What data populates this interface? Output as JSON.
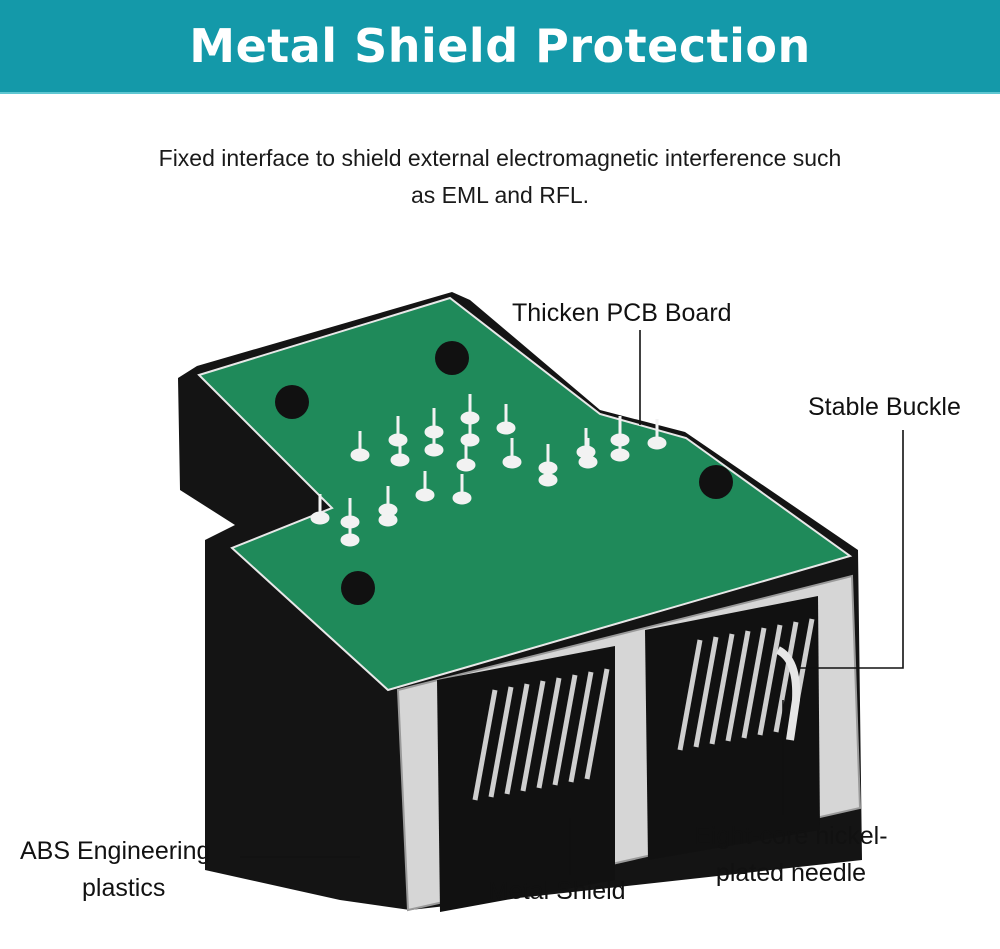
{
  "header": {
    "title": "Metal Shield Protection"
  },
  "subtitle": {
    "line1": "Fixed interface to shield external electromagnetic interference such",
    "line2": "as EML and RFL."
  },
  "callouts": {
    "pcb": "Thicken PCB Board",
    "buckle": "Stable Buckle",
    "abs_line1": "ABS Engineering",
    "abs_line2": "plastics",
    "shield": "Metal Shield",
    "needle_line1": "Eight-core nickel-",
    "needle_line2": "plated needle"
  },
  "colors": {
    "header": "#1499a9",
    "pcb": "#1f8a5a",
    "body": "#141414",
    "metal": "#d9d9d9"
  }
}
